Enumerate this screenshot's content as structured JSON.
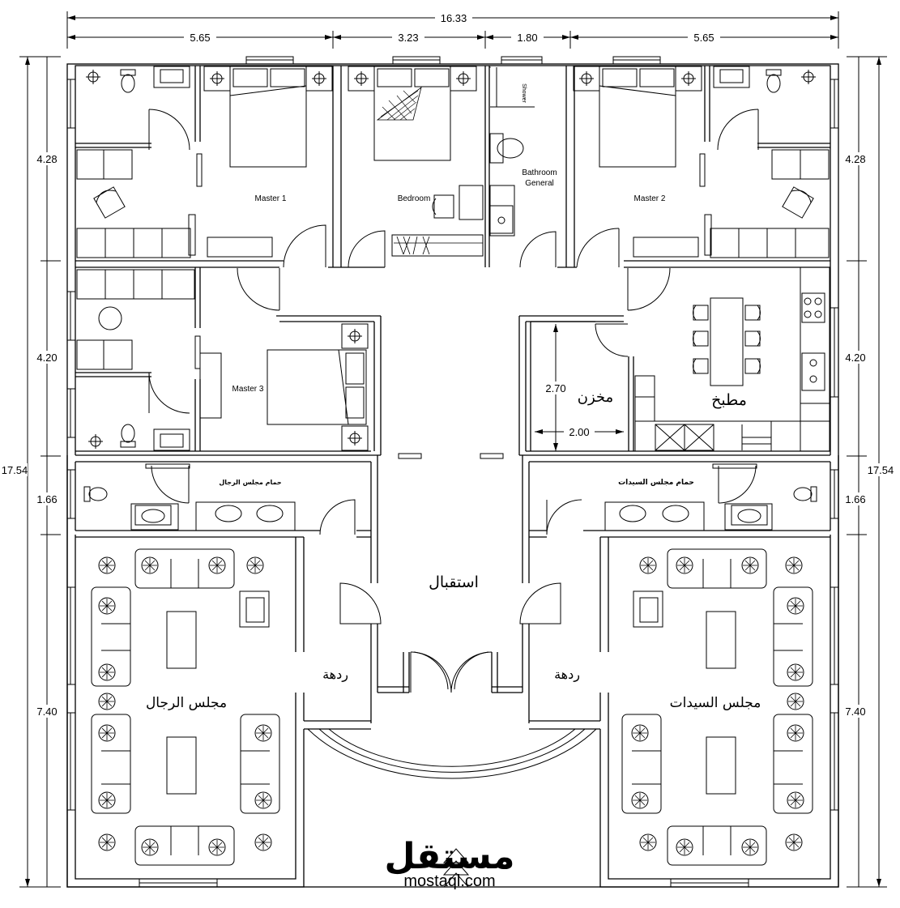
{
  "dimensions": {
    "overall_width": "16.33",
    "overall_depth_left": "17.54",
    "overall_depth_right": "17.54",
    "top_segments": [
      "5.65",
      "3.23",
      "1.80",
      "5.65"
    ],
    "left_segments": [
      "4.28",
      "4.20",
      "1.66",
      "7.40"
    ],
    "right_segments": [
      "4.28",
      "4.20",
      "1.66",
      "7.40"
    ],
    "storage_height": "2.70",
    "storage_width": "2.00"
  },
  "rooms": {
    "master1": "Master 1",
    "bedroom": "Bedroom",
    "shower": "Shower",
    "bathroom_general_line1": "Bathroom",
    "bathroom_general_line2": "General",
    "master2": "Master 2",
    "master3": "Master 3",
    "storage": "مخزن",
    "kitchen": "مطبخ",
    "men_majlis_bath": "حمام مجلس الرجال",
    "women_majlis_bath": "حمام مجلس السيدات",
    "reception": "استقبال",
    "corridor_left": "ردهة",
    "corridor_right": "ردهة",
    "men_majlis": "مجلس الرجال",
    "women_majlis": "مجلس السيدات"
  },
  "watermark": {
    "logo_text": "مستقل",
    "site": "mostaql.com"
  },
  "colors": {
    "line": "#000000",
    "watermark": "#bdbdbd",
    "background": "#ffffff"
  }
}
